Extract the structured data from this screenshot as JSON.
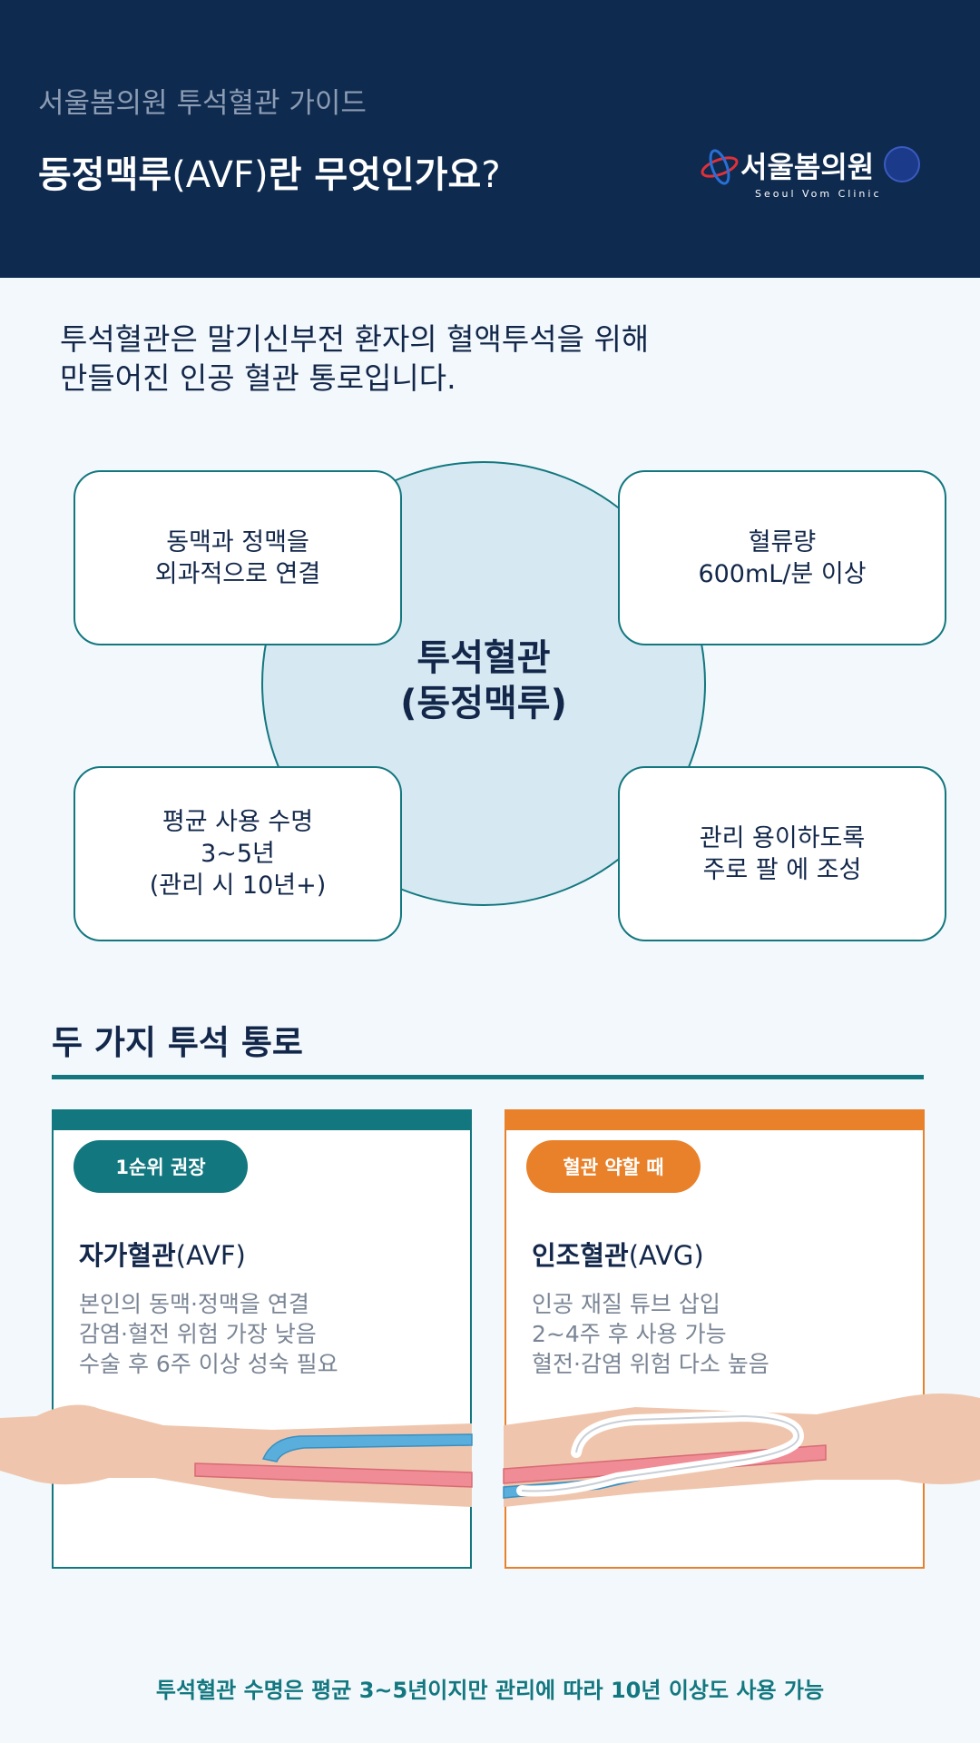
{
  "header": {
    "subtitle": "서울봄의원 투석혈관 가이드",
    "title_main": "동정맥루",
    "title_abbr": "(AVF)",
    "title_rest": "란 무엇인가요",
    "title_q": "?",
    "logo_text": "서울봄의원",
    "logo_en": "Seoul Vom Clinic"
  },
  "intro": {
    "line1": "투석혈관은 말기신부전 환자의 혈액투석을 위해",
    "line2": "만들어진 인공 혈관 통로입니다."
  },
  "diagram": {
    "center_line1": "투석혈관",
    "center_line2": "(동정맥루)",
    "box1": {
      "line1": "동맥과 정맥을",
      "line2": "외과적으로 연결"
    },
    "box2": {
      "line1": "혈류량",
      "line2": "600mL/분 이상"
    },
    "box3": {
      "line1": "평균 사용 수명",
      "line2": "3~5년",
      "line3": "(관리 시 10년+)"
    },
    "box4": {
      "line1": "관리 용이하도록",
      "line2": "주로 팔 에 조성"
    }
  },
  "section": {
    "title": "두 가지 투석 통로"
  },
  "cards": [
    {
      "badge": "1순위 권장",
      "title": "자가혈관",
      "title_abbr": "(AVF)",
      "desc": [
        "본인의 동맥·정맥을 연결",
        "감염·혈전 위험 가장 낮음",
        "수술 후 6주 이상 성숙 필요"
      ]
    },
    {
      "badge": "혈관 약할 때",
      "title": "인조혈관",
      "title_abbr": "(AVG)",
      "desc": [
        "인공 재질 튜브 삽입",
        "2~4주 후 사용 가능",
        "혈전·감염 위험 다소 높음"
      ]
    }
  ],
  "footer": {
    "text": "투석혈관 수명은 평균 3~5년이지만 관리에 따라 10년 이상도 사용 가능"
  },
  "colors": {
    "navy": "#0e2a4f",
    "teal": "#12777f",
    "orange": "#e8812a",
    "artery": "#f08c95",
    "vein": "#5aaedc",
    "skin": "#efc6ad"
  }
}
